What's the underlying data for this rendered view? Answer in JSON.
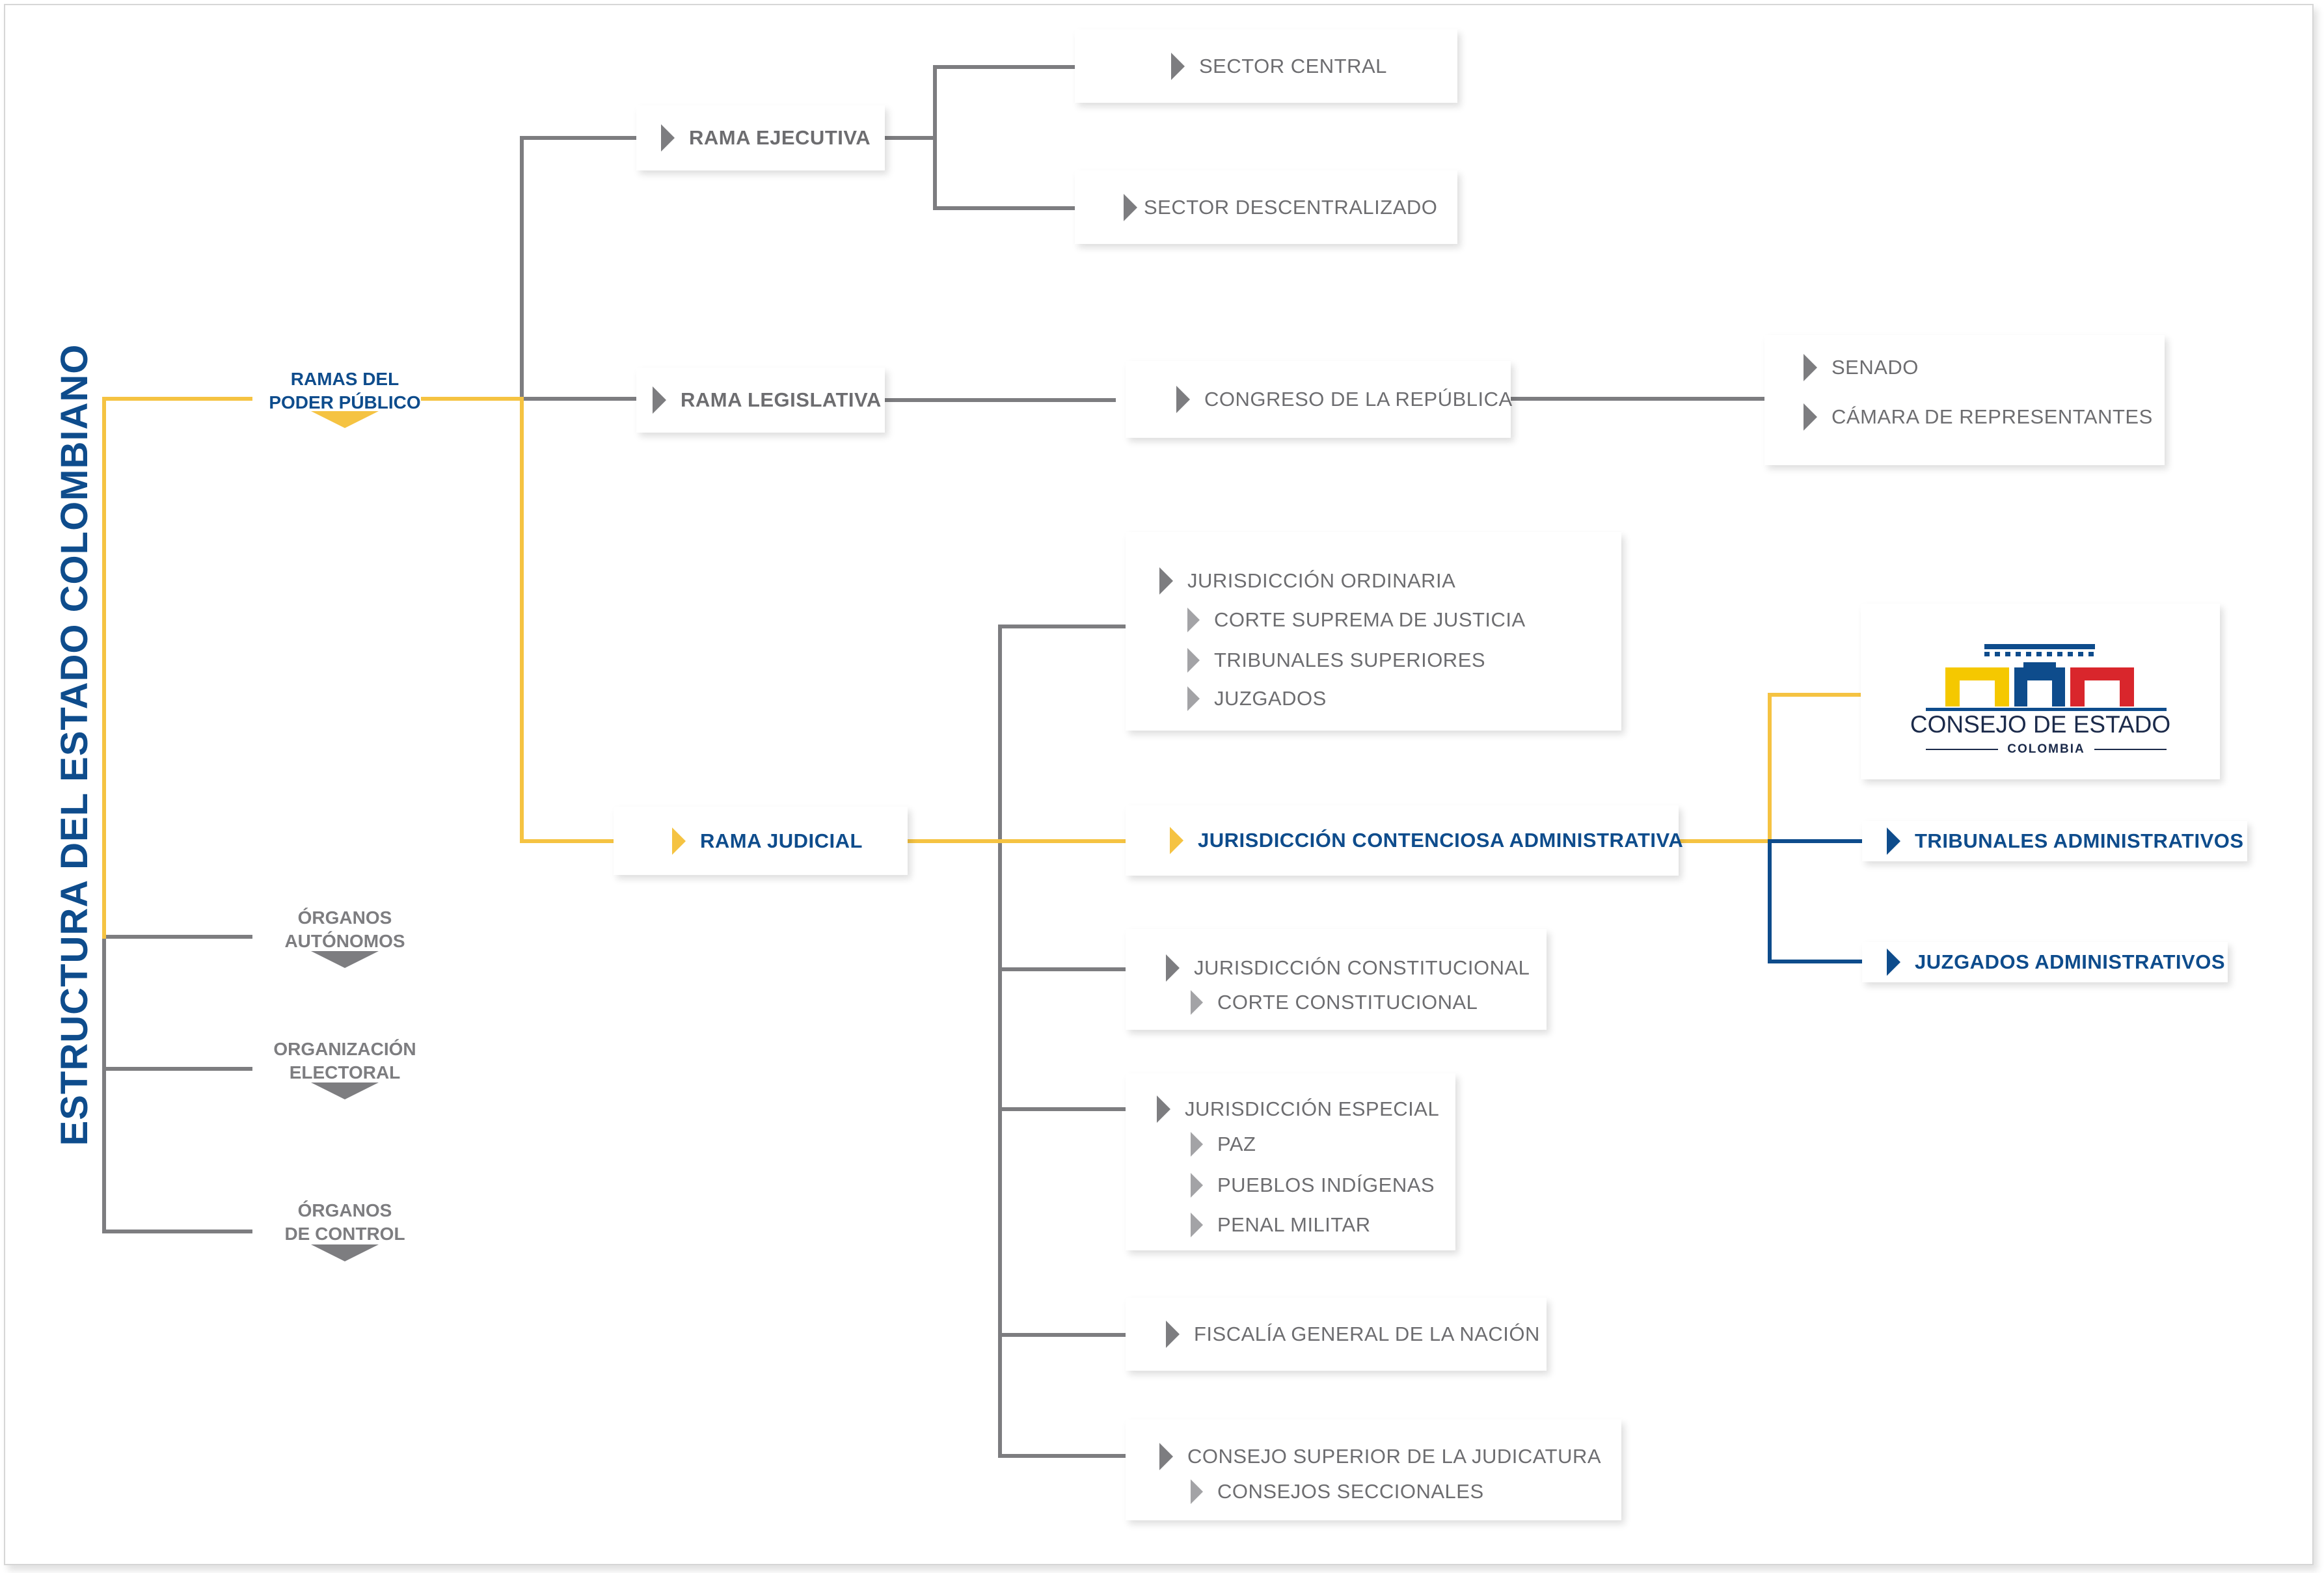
{
  "title": "ESTRUCTURA DEL ESTADO COLOMBIANO",
  "colors": {
    "accent_yellow": "#f5c342",
    "accent_blue": "#0e4c8c",
    "line_gray": "#7d7d80",
    "text_gray": "#6d6d70"
  },
  "left_nodes": {
    "ramas": [
      "RAMAS DEL",
      "PODER PÚBLICO"
    ],
    "organos_autonomos": [
      "ÓRGANOS",
      "AUTÓNOMOS"
    ],
    "organizacion_electoral": [
      "ORGANIZACIÓN",
      "ELECTORAL"
    ],
    "organos_control": [
      "ÓRGANOS",
      "DE CONTROL"
    ]
  },
  "ramas": {
    "ejecutiva": "RAMA EJECUTIVA",
    "legislativa": "RAMA LEGISLATIVA",
    "judicial": "RAMA JUDICIAL"
  },
  "ejecutiva_children": [
    "SECTOR CENTRAL",
    "SECTOR DESCENTRALIZADO"
  ],
  "legislativa": {
    "congreso": "CONGRESO DE LA REPÚBLICA",
    "camaras": [
      "SENADO",
      "CÁMARA DE REPRESENTANTES"
    ]
  },
  "judicial": {
    "ordinaria": {
      "title": "JURISDICCIÓN ORDINARIA",
      "items": [
        "CORTE SUPREMA DE JUSTICIA",
        "TRIBUNALES SUPERIORES",
        "JUZGADOS"
      ]
    },
    "contenciosa": "JURISDICCIÓN CONTENCIOSA ADMINISTRATIVA",
    "constitucional": {
      "title": "JURISDICCIÓN CONSTITUCIONAL",
      "items": [
        "CORTE CONSTITUCIONAL"
      ]
    },
    "especial": {
      "title": "JURISDICCIÓN ESPECIAL",
      "items": [
        "PAZ",
        "PUEBLOS INDÍGENAS",
        "PENAL MILITAR"
      ]
    },
    "fiscalia": "FISCALÍA GENERAL DE LA NACIÓN",
    "consejo_superior": {
      "title": "CONSEJO SUPERIOR DE LA JUDICATURA",
      "items": [
        "CONSEJOS SECCIONALES"
      ]
    }
  },
  "contenciosa_children": {
    "logo": {
      "name": "CONSEJO DE ESTADO",
      "sub": "COLOMBIA",
      "colors": [
        "#f5c800",
        "#0e4c8c",
        "#d9262c"
      ]
    },
    "tribunales": "TRIBUNALES ADMINISTRATIVOS",
    "juzgados": "JUZGADOS ADMINISTRATIVOS"
  }
}
